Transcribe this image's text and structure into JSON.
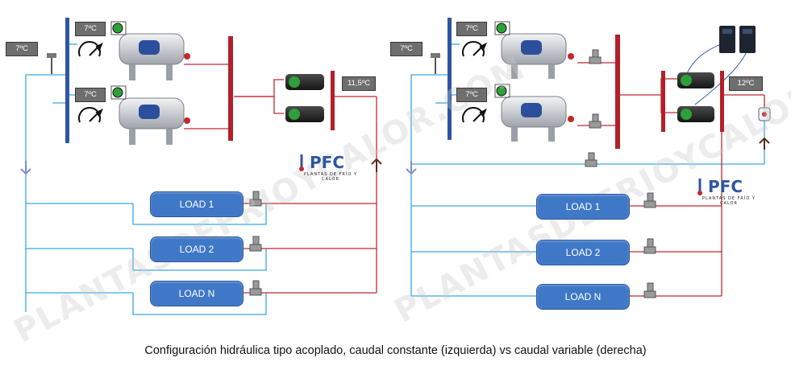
{
  "watermark_text": "PLANTASDEFRIOYCALOR.COM",
  "caption": "Configuración hidráulica tipo acoplado, caudal constante (izquierda) vs caudal variable (derecha)",
  "left": {
    "supply_temp": "7ºC",
    "chiller1_temp": "7ºC",
    "chiller2_temp": "7ºC",
    "return_temp": "11,5ºC",
    "loads": [
      "LOAD 1",
      "LOAD 2",
      "LOAD N"
    ]
  },
  "right": {
    "supply_temp": "7ºC",
    "chiller1_temp": "7ºC",
    "chiller2_temp": "7ºC",
    "return_temp": "12ºC",
    "loads": [
      "LOAD 1",
      "LOAD 2",
      "LOAD N"
    ]
  },
  "logo": {
    "letters": "PFC",
    "subtitle": "PLANTAS DE FRÍO Y CALOR"
  },
  "colors": {
    "supply_pipe": "#3aa8e0",
    "return_pipe": "#c0282d",
    "header_blue": "#2f55a4",
    "header_red": "#b3202a",
    "load_fill": "#3f78c7",
    "tag_fill": "#6e6e6e"
  }
}
